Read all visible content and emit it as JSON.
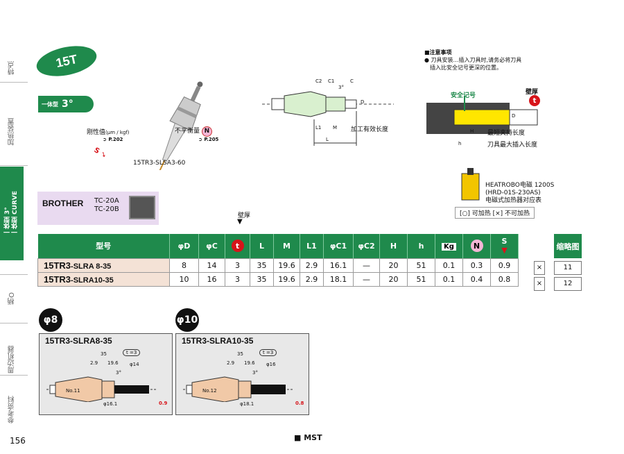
{
  "sidenav": [
    "特点",
    "加热装置",
    "一体型 3°",
    "一体型 CURVE",
    "柄O",
    "周边机器",
    "参考资料"
  ],
  "badge": "15T",
  "type": {
    "label": "一体型",
    "angle": "3°"
  },
  "illus": {
    "rigidity": "刚性值",
    "rigidity_unit": "(μm / kgf)",
    "rigidity_ref": "P.202",
    "s_letter": "S",
    "unbalance": "不平衡量",
    "unbalance_ref": "P.205",
    "n_letter": "N",
    "model": "15TR3-SLSA3-60"
  },
  "diagram": {
    "c2": "C2",
    "c1": "C1",
    "angle": "3°",
    "c": "C",
    "d": "D",
    "l1": "L1",
    "m": "M",
    "l": "L",
    "eff_len": "加工有效长度"
  },
  "notes": {
    "title": "■注意事项",
    "body1": "● 刀具安装…插入刀具时,请务必将刀具",
    "body2": "插入比安全记号更深的位置。",
    "wall": "壁厚",
    "t": "t",
    "safe_mark": "安全记号",
    "D": "D",
    "H": "H",
    "h": "h",
    "min_clamp": "最短夹持长度",
    "max_insert": "刀具最大插入长度"
  },
  "heatrobo": {
    "line1": "HEATROBO电磁 1200S",
    "line2": "(HRD-01S-230AS)",
    "line3": "电磁式加热器对应表",
    "legend": "[○] 可加热   [×] 不可加热"
  },
  "brother": {
    "name": "BROTHER",
    "model1": "TC-20A",
    "model2": "TC-20B"
  },
  "wall_label": "壁厚",
  "table": {
    "headers": [
      "型号",
      "φD",
      "φC",
      "t",
      "L",
      "M",
      "L1",
      "φC1",
      "φC2",
      "H",
      "h",
      "Kg",
      "N",
      "S"
    ],
    "rows": [
      {
        "model_a": "15TR3",
        "model_b": "-SLRA  8-35",
        "values": [
          "8",
          "14",
          "3",
          "35",
          "19.6",
          "2.9",
          "16.1",
          "—",
          "20",
          "51",
          "0.1",
          "0.3",
          "0.9"
        ],
        "heat": "×",
        "diag": "11"
      },
      {
        "model_a": "15TR3",
        "model_b": "-SLRA10-35",
        "values": [
          "10",
          "16",
          "3",
          "35",
          "19.6",
          "2.9",
          "18.1",
          "—",
          "20",
          "51",
          "0.1",
          "0.4",
          "0.8"
        ],
        "heat": "×",
        "diag": "12"
      }
    ],
    "diag_header": "缩略图"
  },
  "panels": [
    {
      "dia": "φ8",
      "title": "15TR3-SLRA8-35",
      "l": "35",
      "m": "19.6",
      "l1": "2.9",
      "c": "φ14",
      "t": "t =3",
      "angle": "3°",
      "no": "No.11",
      "c1": "φ16.1",
      "s": "0.9"
    },
    {
      "dia": "φ10",
      "title": "15TR3-SLRA10-35",
      "l": "35",
      "m": "19.6",
      "l1": "2.9",
      "c": "φ16",
      "t": "t =3",
      "angle": "3°",
      "no": "No.12",
      "c1": "φ18.1",
      "s": "0.8"
    }
  ],
  "page_number": "156",
  "logo": "MST",
  "colors": {
    "green": "#1f8a4c",
    "red": "#d7141a",
    "pink": "#f4e2d6",
    "lavender": "#e9daf0"
  }
}
